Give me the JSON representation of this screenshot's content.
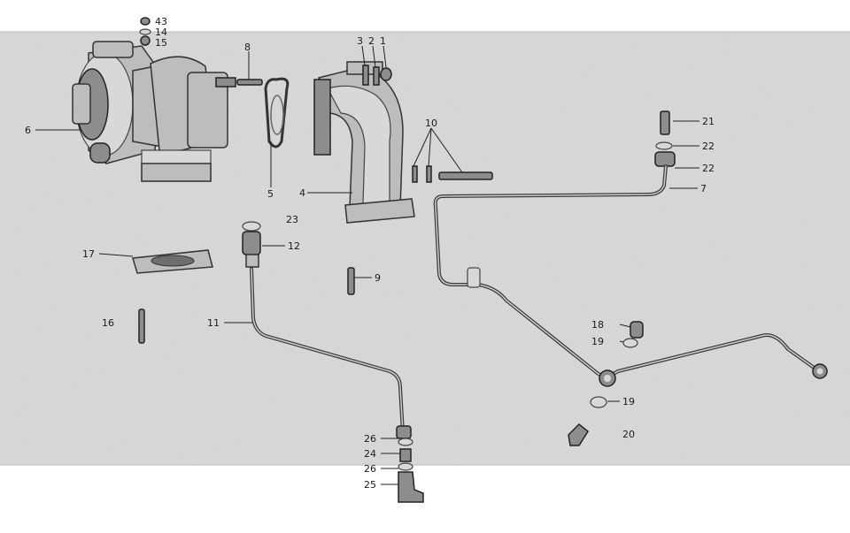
{
  "callouts": [
    {
      "id": "c43",
      "text": "43"
    },
    {
      "id": "c14",
      "text": "14"
    },
    {
      "id": "c15",
      "text": "15"
    },
    {
      "id": "c8",
      "text": "8"
    },
    {
      "id": "c3",
      "text": "3"
    },
    {
      "id": "c2",
      "text": "2"
    },
    {
      "id": "c1",
      "text": "1"
    },
    {
      "id": "c6",
      "text": "6"
    },
    {
      "id": "c5",
      "text": "5"
    },
    {
      "id": "c4",
      "text": "4"
    },
    {
      "id": "c10",
      "text": "10"
    },
    {
      "id": "c21",
      "text": "21"
    },
    {
      "id": "c22a",
      "text": "22"
    },
    {
      "id": "c22b",
      "text": "22"
    },
    {
      "id": "c7",
      "text": "7"
    },
    {
      "id": "c23",
      "text": "23"
    },
    {
      "id": "c12",
      "text": "12"
    },
    {
      "id": "c17",
      "text": "17"
    },
    {
      "id": "c9",
      "text": "9"
    },
    {
      "id": "c16",
      "text": "16"
    },
    {
      "id": "c11",
      "text": "11"
    },
    {
      "id": "c18",
      "text": "18"
    },
    {
      "id": "c19a",
      "text": "19"
    },
    {
      "id": "c19b",
      "text": "19"
    },
    {
      "id": "c20",
      "text": "20"
    },
    {
      "id": "c26a",
      "text": "26"
    },
    {
      "id": "c24",
      "text": "24"
    },
    {
      "id": "c26b",
      "text": "26"
    },
    {
      "id": "c25",
      "text": "25"
    }
  ]
}
